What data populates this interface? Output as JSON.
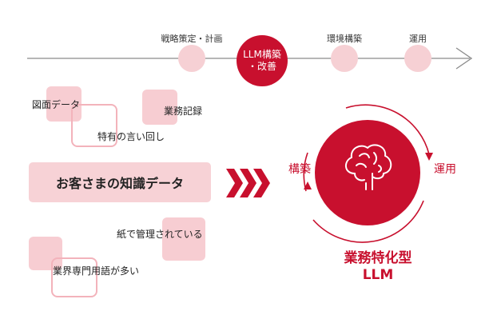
{
  "timeline": {
    "steps": [
      {
        "label": "戦略策定・計画",
        "active": false
      },
      {
        "label": "LLM構築\n・改善",
        "active": true,
        "line1": "LLM構築",
        "line2": "・改善"
      },
      {
        "label": "環境構築",
        "active": false
      },
      {
        "label": "運用",
        "active": false
      }
    ]
  },
  "data_keywords": [
    "図面データ",
    "業務記録",
    "特有の言い回し",
    "紙で管理されている",
    "業界専門用語が多い"
  ],
  "main_label": "お客さまの知識データ",
  "cycle": {
    "left_label": "構築",
    "right_label": "運用"
  },
  "result": {
    "line1": "業務特化型",
    "line2": "LLM"
  },
  "colors": {
    "accent": "#c8102e",
    "pale": "#f7cdd2",
    "outline": "#f3b3bb"
  },
  "icons": {
    "center": "brain-icon",
    "flow": "triple-chevron-arrow"
  }
}
